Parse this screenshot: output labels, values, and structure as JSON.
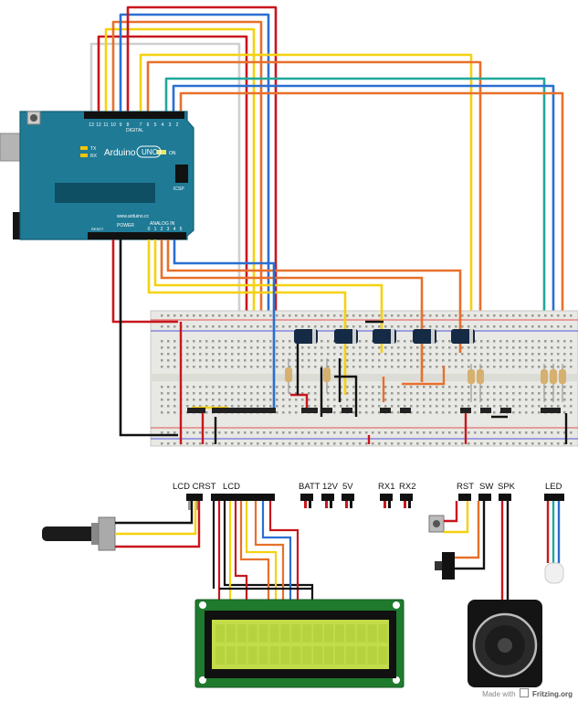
{
  "arduino": {
    "brand": "Arduino",
    "model": "UNO",
    "url_text": "www.arduino.cc",
    "digital_label": "DIGITAL",
    "analog_label": "ANALOG IN",
    "power_label": "POWER",
    "on_label": "ON",
    "tx_label": "TX",
    "rx_label": "RX",
    "icsp_label": "ICSP",
    "reset_label": "RESET"
  },
  "headers": {
    "lcd_crst": "LCD CRST",
    "lcd": "LCD",
    "batt": "BATT",
    "v12": "12V",
    "v5": "5V",
    "rx1": "RX1",
    "rx2": "RX2",
    "rst": "RST",
    "sw": "SW",
    "spk": "SPK",
    "led": "LED"
  },
  "watermark": {
    "prefix": "Made with",
    "brand": "Fritzing.org"
  },
  "colors": {
    "arduino_board": "#1f7a96",
    "breadboard": "#e8e8e4",
    "lcd_pcb": "#1f7a2e",
    "lcd_screen": "#c3dc4a",
    "wire_red": "#c8161d",
    "wire_black": "#111111",
    "wire_yellow": "#f5d10f",
    "wire_orange": "#e7702b",
    "wire_blue": "#2a6fd1",
    "wire_teal": "#20a89a",
    "wire_white": "#cfcfcf"
  }
}
